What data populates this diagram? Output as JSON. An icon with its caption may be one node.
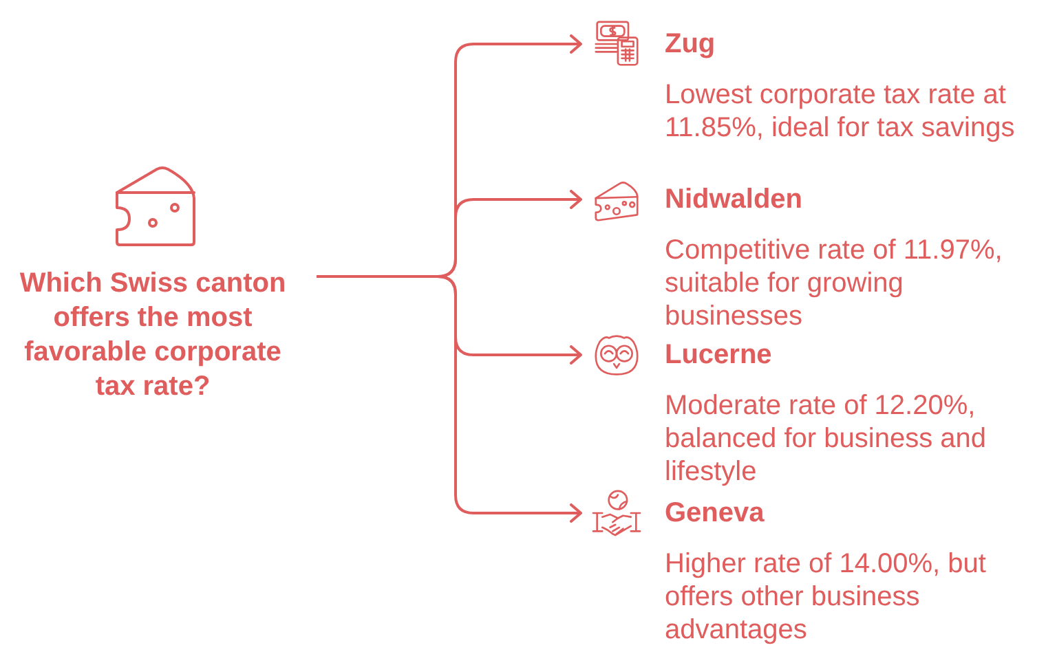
{
  "diagram": {
    "nodes": [
      {
        "text": [
          "Which Swiss canton offers the most favorable corporate tax rate?"
        ]
      },
      {
        "text": [
          "Zug",
          "Lowest corporate tax rate at 11.85%, ideal for tax savings"
        ]
      },
      {
        "text": [
          "Nidwalden",
          "Competitive rate of 11.97%, suitable for growing businesses"
        ]
      },
      {
        "text": [
          "Lucerne",
          "Moderate rate of 12.20%, balanced for business and lifestyle"
        ]
      },
      {
        "text": [
          "Geneva",
          "Higher rate of 14.00%, but offers other business advantages"
        ]
      }
    ],
    "edges": [
      {
        "from": 0,
        "to": 1,
        "arrow": "to"
      },
      {
        "from": 0,
        "to": 2,
        "arrow": "to"
      },
      {
        "from": 0,
        "to": 3,
        "arrow": "to"
      },
      {
        "from": 0,
        "to": 4,
        "arrow": "to"
      }
    ]
  }
}
